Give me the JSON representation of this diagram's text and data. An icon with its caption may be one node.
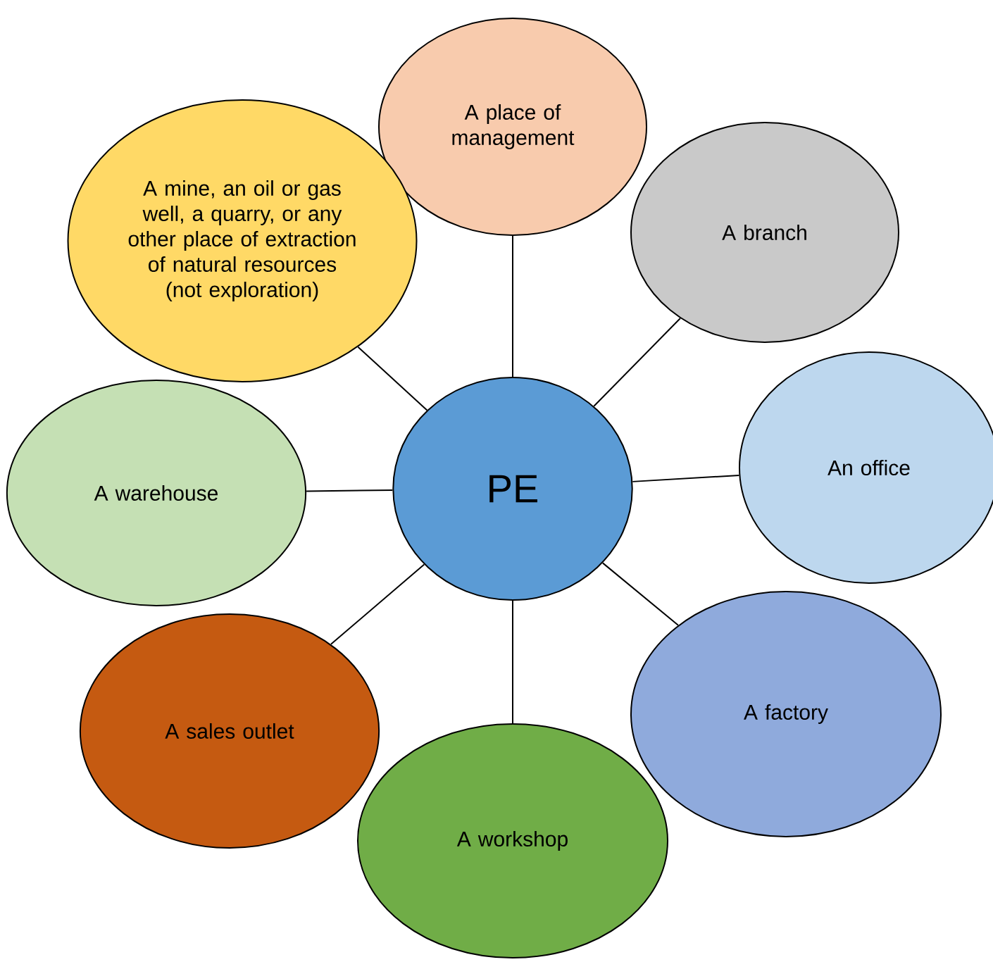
{
  "diagram": {
    "nodes": [
      {
        "text": [
          "PE"
        ]
      },
      {
        "text": [
          "A place of management"
        ]
      },
      {
        "text": [
          "A branch"
        ]
      },
      {
        "text": [
          "An office"
        ]
      },
      {
        "text": [
          "A factory"
        ]
      },
      {
        "text": [
          "A workshop"
        ]
      },
      {
        "text": [
          "A sales outlet"
        ]
      },
      {
        "text": [
          "A warehouse"
        ]
      },
      {
        "text": [
          "A mine, an oil or gas well, a quarry, or any other place of extraction of natural resources (not exploration)"
        ]
      }
    ],
    "edges": [
      {
        "from": 0,
        "to": 1,
        "arrow": "none"
      },
      {
        "from": 0,
        "to": 2,
        "arrow": "none"
      },
      {
        "from": 0,
        "to": 3,
        "arrow": "none"
      },
      {
        "from": 0,
        "to": 4,
        "arrow": "none"
      },
      {
        "from": 0,
        "to": 5,
        "arrow": "none"
      },
      {
        "from": 0,
        "to": 6,
        "arrow": "none"
      },
      {
        "from": 0,
        "to": 7,
        "arrow": "none"
      },
      {
        "from": 0,
        "to": 8,
        "arrow": "none"
      }
    ]
  }
}
